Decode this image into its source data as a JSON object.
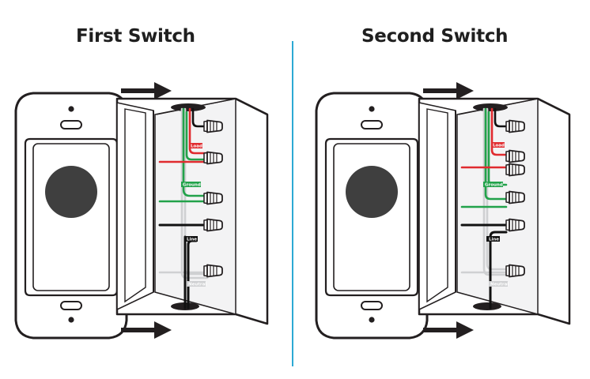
{
  "titles": {
    "first": "First Switch",
    "second": "Second Switch"
  },
  "wire_labels": {
    "load": "Load",
    "ground": "Ground",
    "line": "Line",
    "neutral": "Neutral"
  },
  "colors": {
    "title_text": "#1f1f1f",
    "divider": "#2ca9d4",
    "outline": "#231f20",
    "wire_red": "#e02b2f",
    "wire_green": "#22a24a",
    "wire_black": "#111111",
    "wire_white": "#cfd0d2",
    "box_inner": "#f3f3f4",
    "plate_fill": "#ffffff",
    "button_fill": "#3f3f3f"
  }
}
